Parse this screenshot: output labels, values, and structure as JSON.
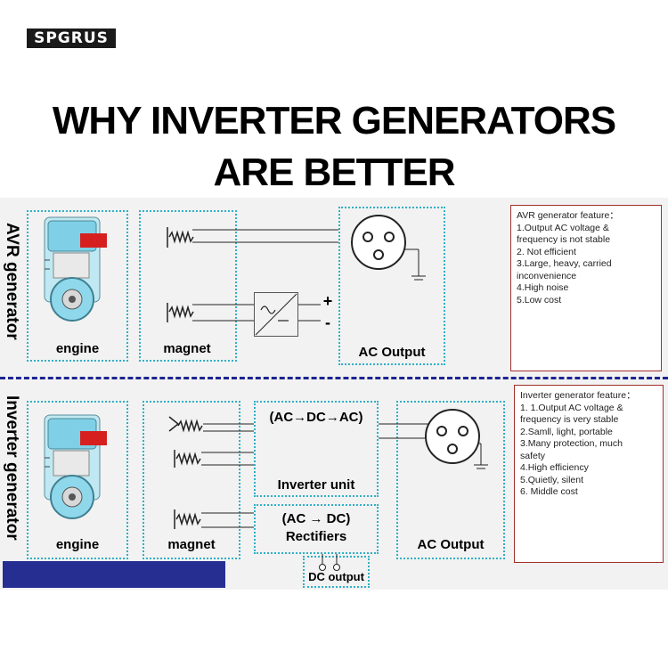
{
  "logo": {
    "text": "SPGRUS"
  },
  "title": {
    "line1": "WHY INVERTER GENERATORS",
    "line2": "ARE  BETTER"
  },
  "avr": {
    "side_label": "AVR generator",
    "engine_label": "engine",
    "magnet_label": "magnet",
    "output_label": "AC Output",
    "plus": "+",
    "minus": "-",
    "features": {
      "title": "AVR generator feature：",
      "items": [
        "1.Output AC voltage &",
        "frequency is not stable",
        "2. Not efficient",
        "3.Large, heavy, carried",
        "inconvenience",
        "4.High noise",
        "5.Low cost"
      ]
    }
  },
  "inverter": {
    "side_label": "Inverter generator",
    "engine_label": "engine",
    "magnet_label": "magnet",
    "conversion_label": "(AC→DC→AC)",
    "inverter_unit_label": "Inverter unit",
    "rectifier_line1": "(AC → DC)",
    "rectifier_line2": "Rectifiers",
    "ac_output_label": "AC Output",
    "dc_output_label": "DC output",
    "features": {
      "title": "Inverter generator feature：",
      "items": [
        "1. 1.Output AC voltage &",
        "frequency is very stable",
        "2.Samll, light, portable",
        "3.Many protection, much",
        "safety",
        "4.High efficiency",
        "5.Quietly, silent",
        "6. Middle cost"
      ]
    }
  },
  "colors": {
    "dotted_border": "#2fb0c6",
    "divider": "#1c2590",
    "feature_border": "#a0302a",
    "engine_body": "#7fd0e6",
    "engine_red": "#d62020"
  }
}
